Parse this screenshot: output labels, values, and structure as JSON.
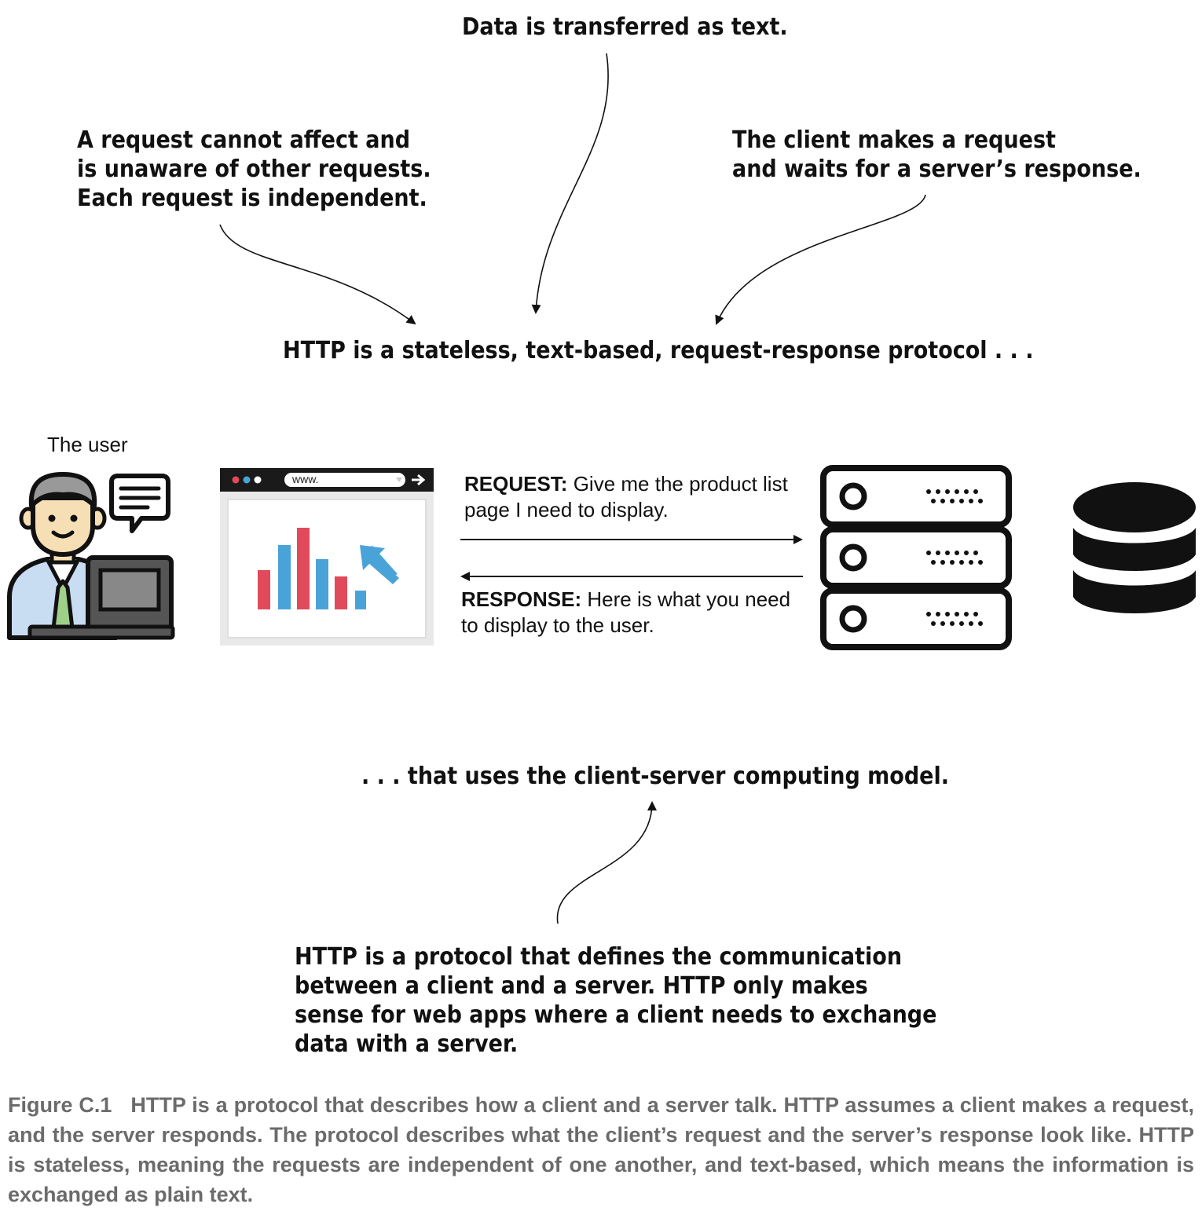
{
  "annotations": {
    "data_as_text": "Data is transferred as text.",
    "stateless": [
      "A request cannot affect and",
      "is unaware of other requests.",
      "Each request is independent."
    ],
    "request_response": [
      "The client makes a request",
      "and waits for a server’s response."
    ],
    "headline": "HTTP is a stateless, text-based, request-response protocol . . .",
    "client_server": ". . . that uses the client-server computing model.",
    "definition": [
      "HTTP is a protocol that defines the communication",
      "between a client and a server. HTTP only makes",
      "sense for web apps where a client needs to exchange",
      "data with a server."
    ]
  },
  "user_label": "The user",
  "browser": {
    "address_text": "www."
  },
  "exchange": {
    "request_label": "REQUEST:",
    "request_text_1": " Give me the product list",
    "request_text_2": "page I need to display.",
    "response_label": "RESPONSE:",
    "response_text_1": " Here is what you need",
    "response_text_2": "to display to the user."
  },
  "caption": {
    "label": "Figure C.1",
    "text": "HTTP is a protocol that describes how a client and a server talk. HTTP assumes a client makes a request, and the server responds. The protocol describes what the client’s request and the server’s response look like. HTTP is stateless, meaning the requests are independent of one another, and text-based, which means the information is exchanged as plain text."
  },
  "colors": {
    "text": "#111111",
    "caption": "#6b6b6b",
    "bar_red": "#e04a5b",
    "bar_blue": "#4aa3d8",
    "skin": "#f7dfb5",
    "shirt": "#c8dcf2",
    "tie": "#9fd08a",
    "laptop": "#555555"
  }
}
